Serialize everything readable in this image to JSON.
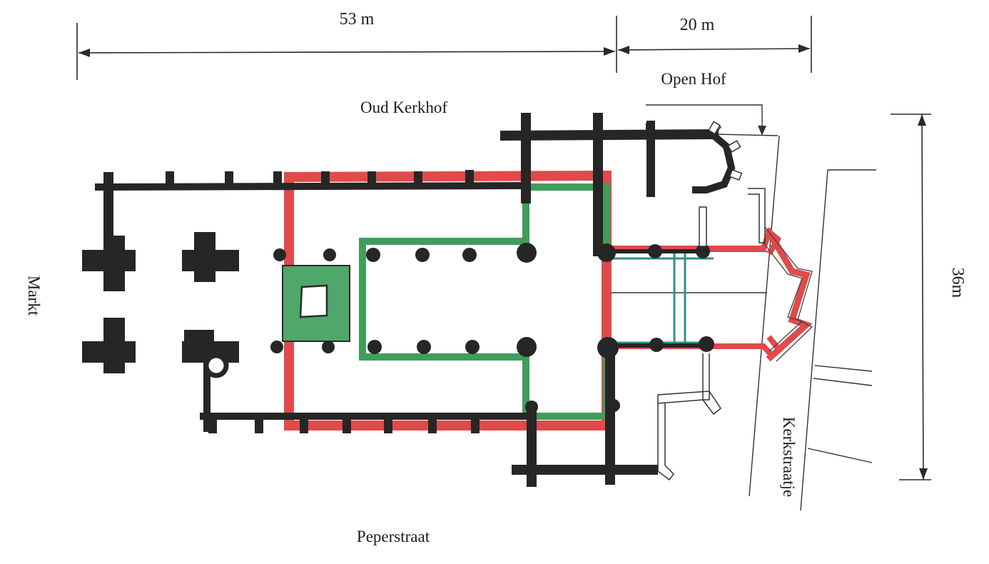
{
  "dimensions": {
    "total_width": "53 m",
    "choir_width": "20 m",
    "height": "36m"
  },
  "streets": {
    "north": "Oud Kerkhof",
    "south": "Peperstraat",
    "west": "Markt",
    "east": "Kerkstraatje",
    "courtyard": "Open Hof"
  },
  "colors": {
    "wall_black": "#262626",
    "wall_red": "#e04a4a",
    "wall_green": "#3f9e5a",
    "wall_teal": "#2f8f8a",
    "outline": "#333333"
  }
}
